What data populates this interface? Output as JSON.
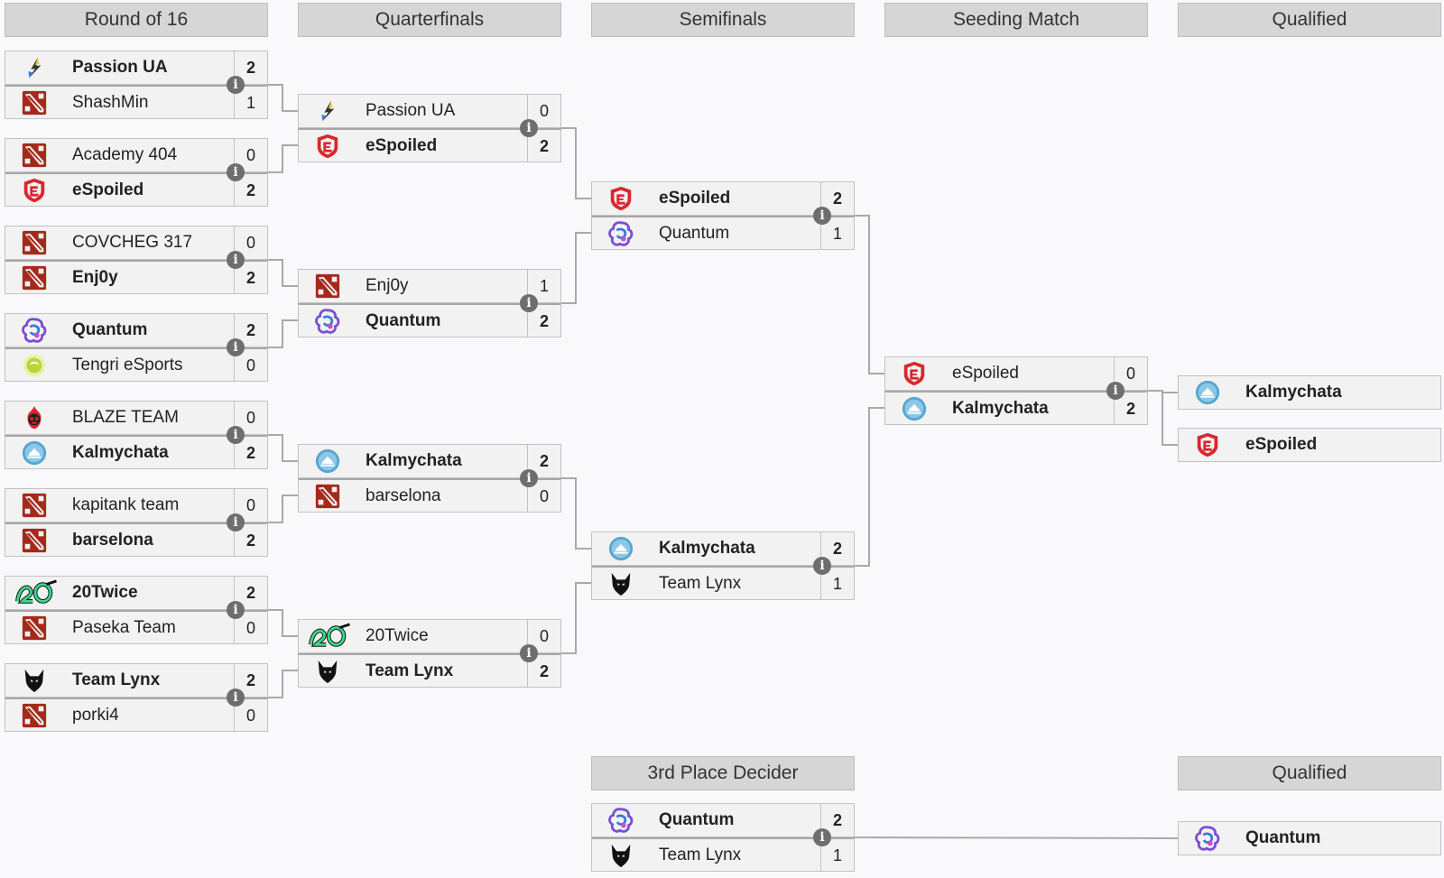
{
  "headers": {
    "round_of_16": "Round of 16",
    "quarterfinals": "Quarterfinals",
    "semifinals": "Semifinals",
    "seeding_match": "Seeding Match",
    "qualified": "Qualified",
    "third_place": "3rd Place Decider",
    "qualified_2": "Qualified"
  },
  "info_icon": "i",
  "r16": [
    {
      "t1": {
        "name": "Passion UA",
        "score": "2",
        "logo": "passion"
      },
      "t2": {
        "name": "ShashMin",
        "score": "1",
        "logo": "dota"
      }
    },
    {
      "t1": {
        "name": "Academy 404",
        "score": "0",
        "logo": "dota"
      },
      "t2": {
        "name": "eSpoiled",
        "score": "2",
        "logo": "espoiled"
      }
    },
    {
      "t1": {
        "name": "COVCHEG 317",
        "score": "0",
        "logo": "dota"
      },
      "t2": {
        "name": "Enj0y",
        "score": "2",
        "logo": "dota"
      }
    },
    {
      "t1": {
        "name": "Quantum",
        "score": "2",
        "logo": "quantum"
      },
      "t2": {
        "name": "Tengri eSports",
        "score": "0",
        "logo": "tengri"
      }
    },
    {
      "t1": {
        "name": "BLAZE TEAM",
        "score": "0",
        "logo": "blaze"
      },
      "t2": {
        "name": "Kalmychata",
        "score": "2",
        "logo": "kalmychata"
      }
    },
    {
      "t1": {
        "name": "kapitank team",
        "score": "0",
        "logo": "dota"
      },
      "t2": {
        "name": "barselona",
        "score": "2",
        "logo": "dota"
      }
    },
    {
      "t1": {
        "name": "20Twice",
        "score": "2",
        "logo": "twenty"
      },
      "t2": {
        "name": "Paseka Team",
        "score": "0",
        "logo": "dota"
      }
    },
    {
      "t1": {
        "name": "Team Lynx",
        "score": "2",
        "logo": "lynx"
      },
      "t2": {
        "name": "porki4",
        "score": "0",
        "logo": "dota"
      }
    }
  ],
  "qf": [
    {
      "t1": {
        "name": "Passion UA",
        "score": "0",
        "logo": "passion"
      },
      "t2": {
        "name": "eSpoiled",
        "score": "2",
        "logo": "espoiled"
      }
    },
    {
      "t1": {
        "name": "Enj0y",
        "score": "1",
        "logo": "dota"
      },
      "t2": {
        "name": "Quantum",
        "score": "2",
        "logo": "quantum"
      }
    },
    {
      "t1": {
        "name": "Kalmychata",
        "score": "2",
        "logo": "kalmychata"
      },
      "t2": {
        "name": "barselona",
        "score": "0",
        "logo": "dota"
      }
    },
    {
      "t1": {
        "name": "20Twice",
        "score": "0",
        "logo": "twenty"
      },
      "t2": {
        "name": "Team Lynx",
        "score": "2",
        "logo": "lynx"
      }
    }
  ],
  "sf": [
    {
      "t1": {
        "name": "eSpoiled",
        "score": "2",
        "logo": "espoiled"
      },
      "t2": {
        "name": "Quantum",
        "score": "1",
        "logo": "quantum"
      }
    },
    {
      "t1": {
        "name": "Kalmychata",
        "score": "2",
        "logo": "kalmychata"
      },
      "t2": {
        "name": "Team Lynx",
        "score": "1",
        "logo": "lynx"
      }
    }
  ],
  "seed": [
    {
      "t1": {
        "name": "eSpoiled",
        "score": "0",
        "logo": "espoiled"
      },
      "t2": {
        "name": "Kalmychata",
        "score": "2",
        "logo": "kalmychata"
      }
    }
  ],
  "third": [
    {
      "t1": {
        "name": "Quantum",
        "score": "2",
        "logo": "quantum"
      },
      "t2": {
        "name": "Team Lynx",
        "score": "1",
        "logo": "lynx"
      }
    }
  ],
  "qualified": [
    {
      "name": "Kalmychata",
      "logo": "kalmychata"
    },
    {
      "name": "eSpoiled",
      "logo": "espoiled"
    },
    {
      "name": "Quantum",
      "logo": "quantum"
    }
  ],
  "colors": {
    "header_bg": "#d6d6d6",
    "row_bg": "#f2f2f2",
    "line": "#a9a9a9",
    "info_bg": "#6e6e6e",
    "espoiled_red": "#d8282e",
    "dota_red": "#a5291b",
    "kalmychata_blue": "#57a6d0",
    "twenty_green": "#3bd98a",
    "quantum_purple": "#7a4fd0"
  }
}
